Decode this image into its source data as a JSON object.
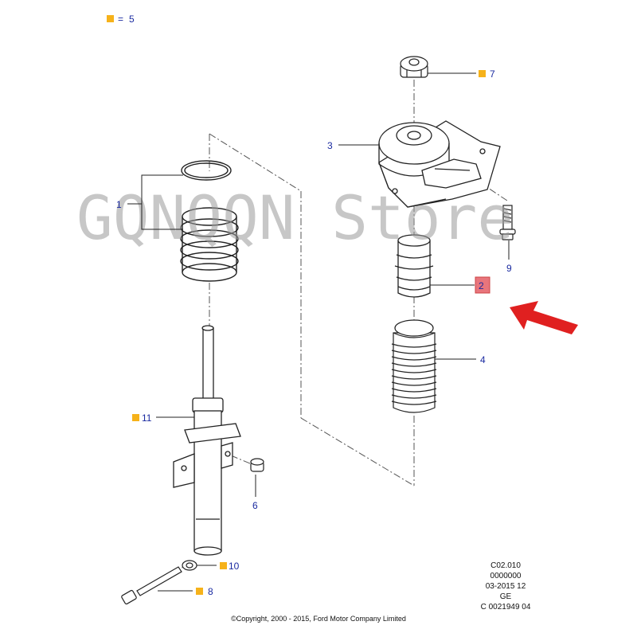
{
  "legend": {
    "number": "5",
    "symbol": "="
  },
  "callouts": {
    "c1": "1",
    "c2": "2",
    "c3": "3",
    "c4": "4",
    "c6": "6",
    "c7": "7",
    "c8": "8",
    "c9": "9",
    "c10": "10",
    "c11": "11"
  },
  "watermark": "GQNQQN Store",
  "colors": {
    "callout_text": "#1a2aa0",
    "marker": "#f6b21a",
    "highlight": "#e8757c",
    "arrow": "#e02020"
  },
  "drawing_info": [
    "C02.010",
    "0000000",
    "03-2015 12",
    "GE",
    "C 0021949 04"
  ],
  "copyright": "©Copyright, 2000 - 2015, Ford Motor Company Limited"
}
